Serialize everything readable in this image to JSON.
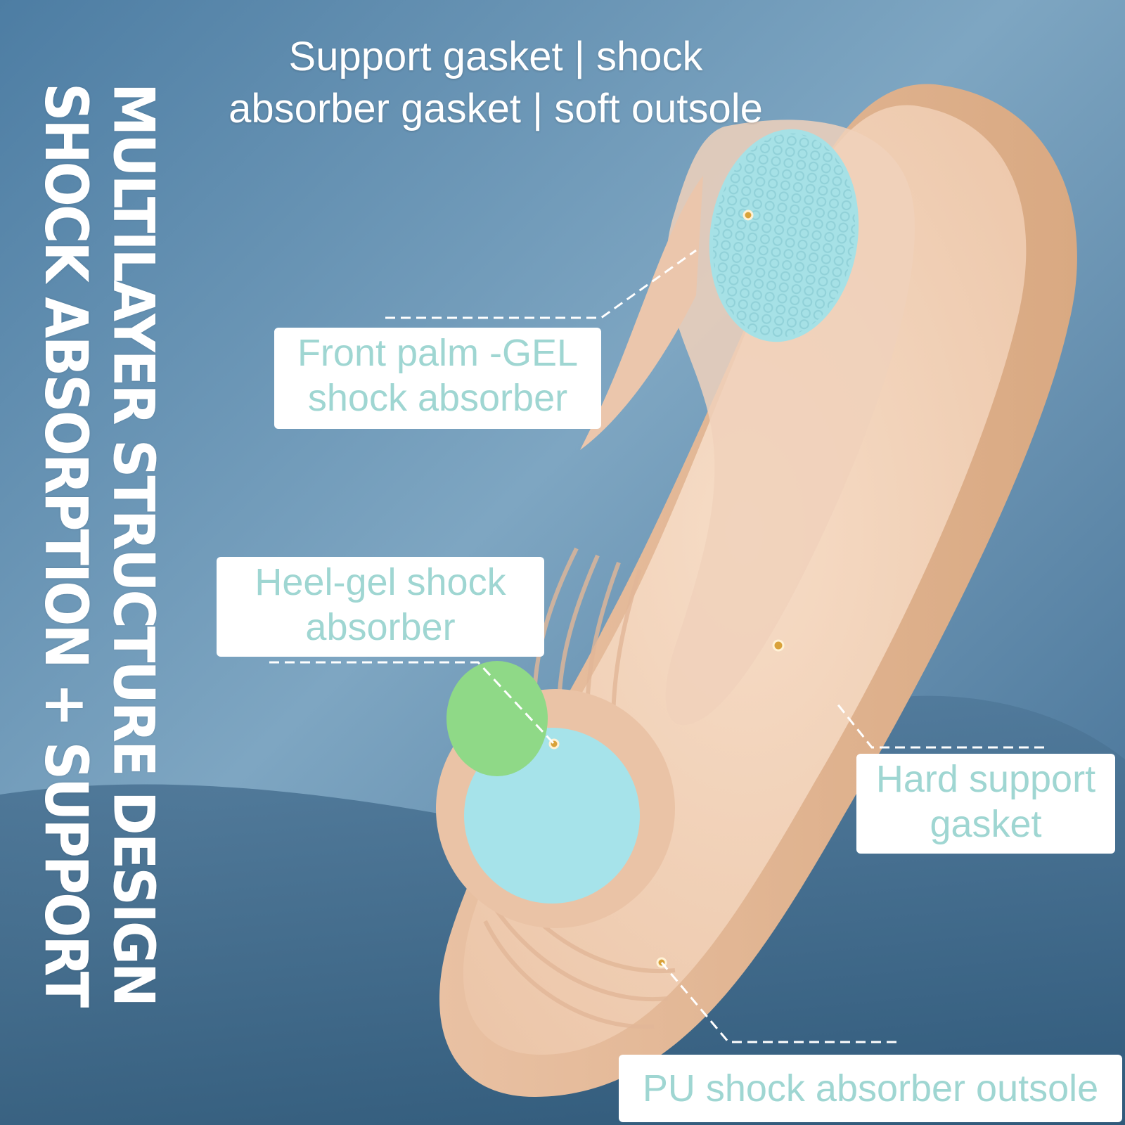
{
  "headline": {
    "line1": "MULTILAYER STRUCTURE DESIGN",
    "line2": "SHOCK ABSORPTION + SUPPORT"
  },
  "top_caption": {
    "line1": "Support gasket | shock",
    "line2": "absorber gasket | soft outsole"
  },
  "labels": {
    "front_palm": {
      "line1": "Front palm -GEL",
      "line2": "shock absorber"
    },
    "heel_gel": {
      "line1": "Heel-gel shock",
      "line2": "absorber"
    },
    "hard_support": {
      "line1": "Hard support",
      "line2": "gasket"
    },
    "pu_outsole": {
      "line1": "PU shock absorber outsole"
    }
  },
  "colors": {
    "background_top": "#7fa8c4",
    "background_bottom": "#3e6a90",
    "insole": "#f1cfb6",
    "forefoot_gel": "#a6e1e6",
    "heel_gel_green": "#8fd987",
    "heel_gel_blue": "#a6e3ea",
    "label_text": "#9fd6d2",
    "marker_dot": "#d9a23a"
  }
}
